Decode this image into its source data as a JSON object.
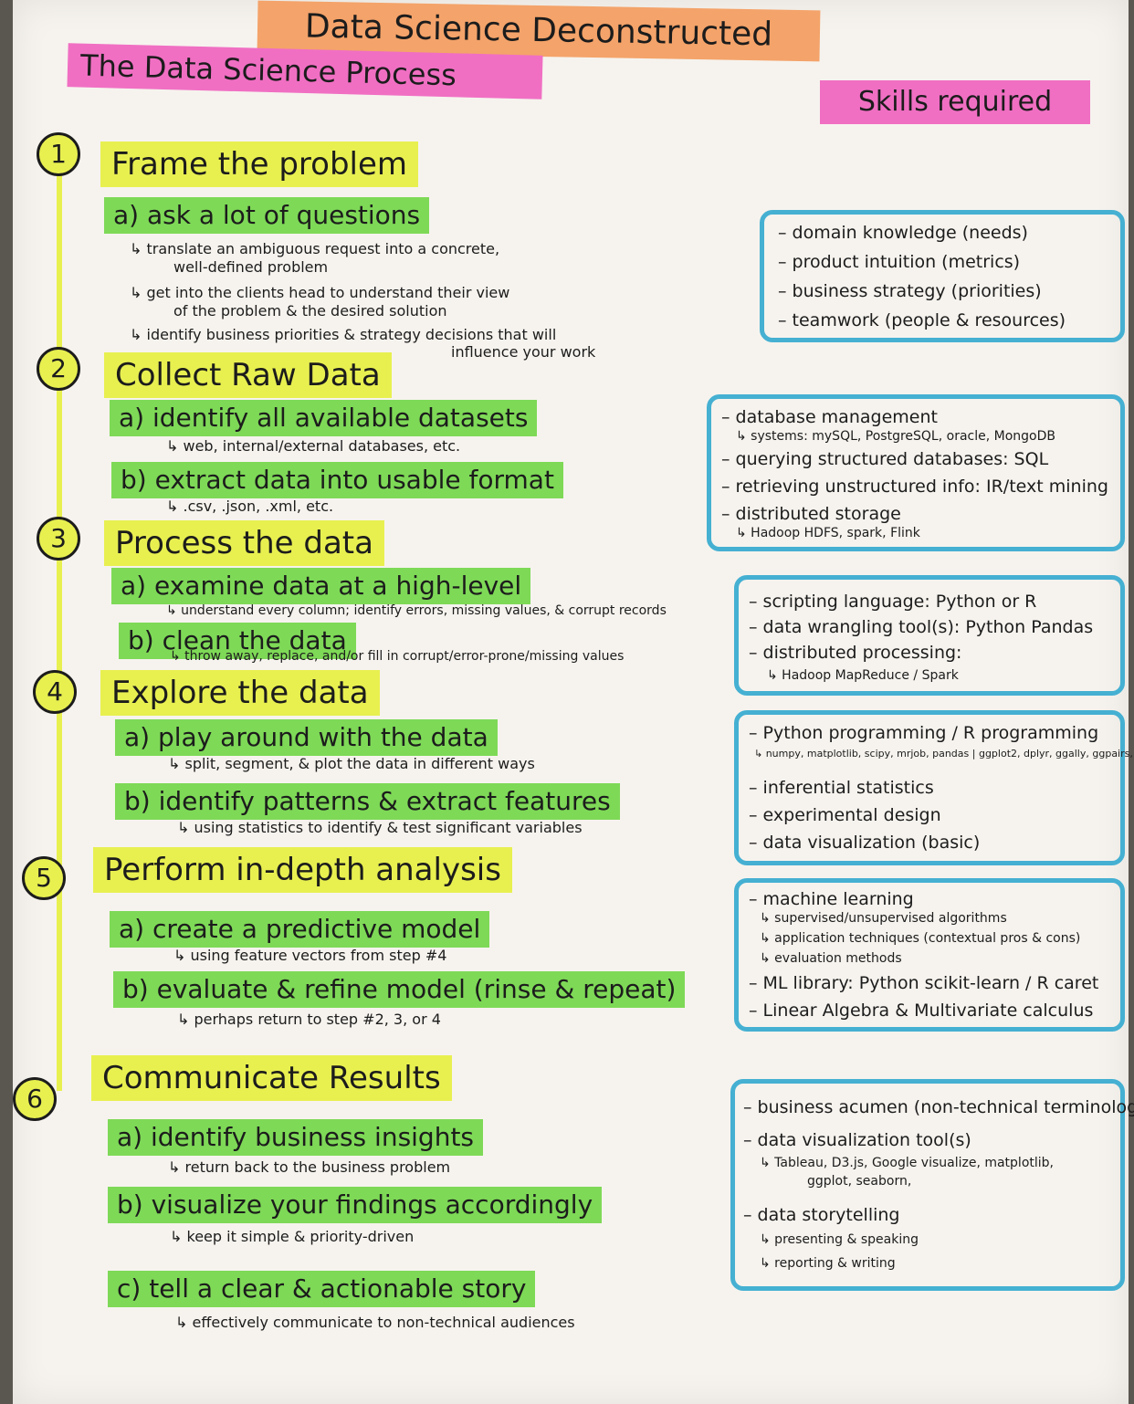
{
  "title": "Data Science Deconstructed",
  "process_heading": "The Data Science Process",
  "skills_heading": "Skills required",
  "colors": {
    "title": "#f4a36a",
    "heading": "#f06fc3",
    "step": "#e8f050",
    "sub": "#7ed957",
    "box": "#45b0d2"
  },
  "steps": [
    {
      "num": "1",
      "title": "Frame the problem",
      "subs": [
        {
          "label": "a) ask a lot of questions",
          "notes": [
            "↳ translate an ambiguous request into a concrete,",
            "well-defined problem",
            "↳ get into the clients head to understand their view",
            "of the problem & the desired solution",
            "↳ identify business priorities & strategy decisions that will",
            "influence your work"
          ]
        }
      ],
      "skills": [
        "– domain knowledge (needs)",
        "– product intuition (metrics)",
        "– business strategy (priorities)",
        "– teamwork (people & resources)"
      ]
    },
    {
      "num": "2",
      "title": "Collect Raw Data",
      "subs": [
        {
          "label": "a) identify all available datasets",
          "notes": [
            "↳ web, internal/external databases, etc."
          ]
        },
        {
          "label": "b) extract data into usable format",
          "notes": [
            "↳ .csv, .json, .xml, etc."
          ]
        }
      ],
      "skills": [
        "– database management",
        "↳ systems: mySQL, PostgreSQL, oracle, MongoDB",
        "– querying structured databases: SQL",
        "– retrieving unstructured info: IR/text mining",
        "– distributed storage",
        "↳ Hadoop HDFS, spark, Flink"
      ]
    },
    {
      "num": "3",
      "title": "Process the data",
      "subs": [
        {
          "label": "a) examine data at a high-level",
          "notes": [
            "↳ understand every column; identify errors, missing values, & corrupt records"
          ]
        },
        {
          "label": "b) clean the data",
          "notes": [
            "↳ throw away, replace, and/or fill in corrupt/error-prone/missing values"
          ]
        }
      ],
      "skills": [
        "– scripting language: Python or R",
        "– data wrangling tool(s): Python Pandas",
        "– distributed processing:",
        "↳ Hadoop MapReduce / Spark"
      ]
    },
    {
      "num": "4",
      "title": "Explore the data",
      "subs": [
        {
          "label": "a) play around with the data",
          "notes": [
            "↳ split, segment, & plot the data in different ways"
          ]
        },
        {
          "label": "b) identify patterns & extract features",
          "notes": [
            "↳ using statistics to identify & test significant variables"
          ]
        }
      ],
      "skills": [
        "– Python programming / R programming",
        "↳ numpy, matplotlib, scipy, mrjob, pandas | ggplot2, dplyr, ggally, ggpairs, reshape",
        "– inferential statistics",
        "– experimental design",
        "– data visualization (basic)"
      ]
    },
    {
      "num": "5",
      "title": "Perform in-depth analysis",
      "subs": [
        {
          "label": "a) create a predictive model",
          "notes": [
            "↳ using feature vectors from step #4"
          ]
        },
        {
          "label": "b) evaluate & refine model (rinse & repeat)",
          "notes": [
            "↳ perhaps return to step #2, 3, or 4"
          ]
        }
      ],
      "skills": [
        "– machine learning",
        "↳ supervised/unsupervised algorithms",
        "↳ application techniques (contextual pros & cons)",
        "↳ evaluation methods",
        "– ML library: Python scikit-learn / R caret",
        "– Linear Algebra & Multivariate calculus"
      ]
    },
    {
      "num": "6",
      "title": "Communicate Results",
      "subs": [
        {
          "label": "a) identify business insights",
          "notes": [
            "↳ return back to the business problem"
          ]
        },
        {
          "label": "b) visualize your findings accordingly",
          "notes": [
            "↳ keep it simple & priority-driven"
          ]
        },
        {
          "label": "c) tell a clear & actionable story",
          "notes": [
            "↳ effectively communicate to non-technical audiences"
          ]
        }
      ],
      "skills": [
        "– business acumen (non-technical terminology)",
        "– data visualization tool(s)",
        "↳ Tableau, D3.js, Google visualize, matplotlib,",
        "ggplot, seaborn,",
        "– data storytelling",
        "↳ presenting & speaking",
        "↳ reporting & writing"
      ]
    }
  ]
}
